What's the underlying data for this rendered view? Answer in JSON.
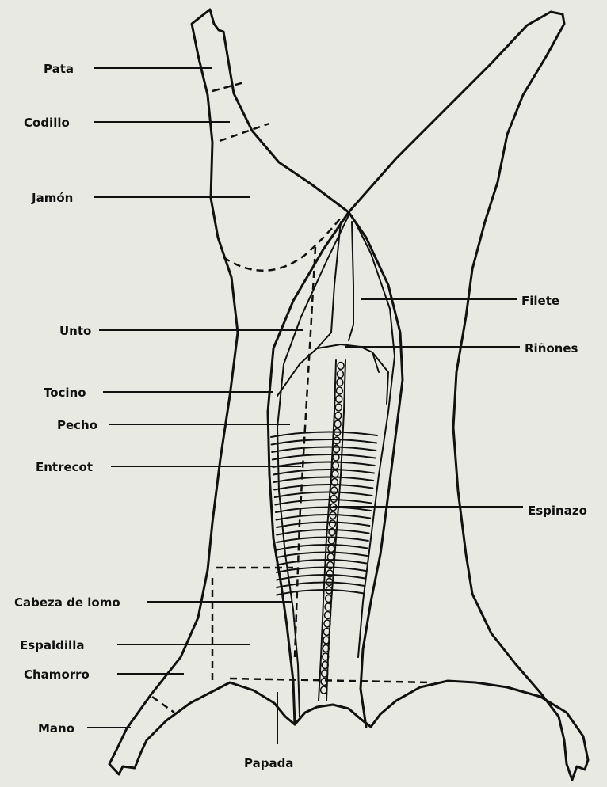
{
  "labels": {
    "pata": "Pata",
    "codillo": "Codillo",
    "jamon": "Jamón",
    "unto": "Unto",
    "tocino": "Tocino",
    "pecho": "Pecho",
    "entrecot": "Entrecot",
    "cabeza_de_lomo": "Cabeza de lomo",
    "espaldilla": "Espaldilla",
    "chamorro": "Chamorro",
    "mano": "Mano",
    "papada": "Papada",
    "filete": "Filete",
    "rinones": "Riñones",
    "espinazo": "Espinazo"
  }
}
